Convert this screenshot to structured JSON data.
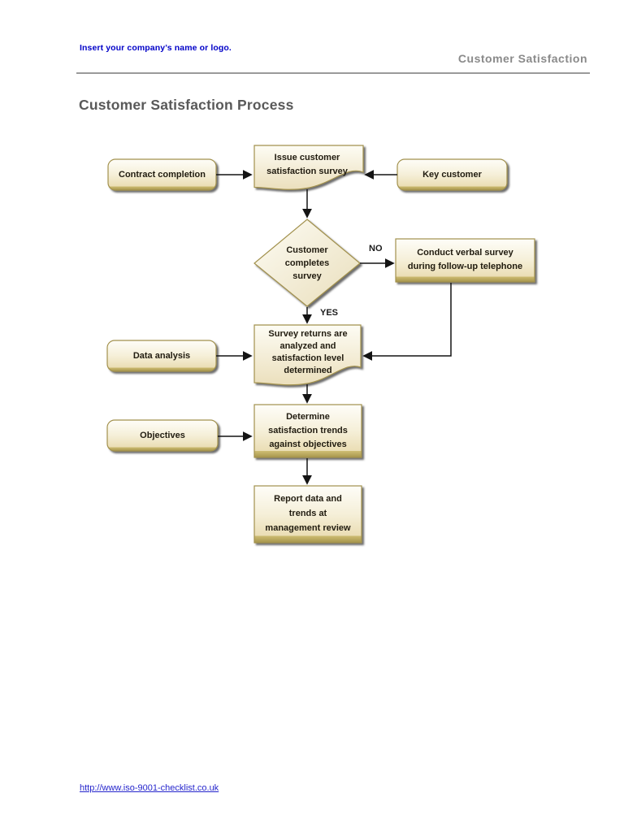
{
  "header": {
    "company_placeholder": "Insert your company’s name or logo.",
    "document_title": "Customer Satisfaction"
  },
  "page_title": "Customer Satisfaction Process",
  "flowchart": {
    "nodes": {
      "contract_completion": {
        "type": "terminator",
        "label": "Contract completion"
      },
      "issue_survey": {
        "type": "document",
        "label": "Issue customer satisfaction survey",
        "lines": [
          "Issue customer",
          "satisfaction survey"
        ]
      },
      "key_customer": {
        "type": "terminator",
        "label": "Key customer"
      },
      "customer_completes": {
        "type": "decision",
        "label": "Customer completes survey",
        "lines": [
          "Customer",
          "completes",
          "survey"
        ]
      },
      "conduct_verbal": {
        "type": "process",
        "label": "Conduct verbal survey during follow-up telephone",
        "lines": [
          "Conduct verbal survey",
          "during follow-up telephone"
        ]
      },
      "data_analysis": {
        "type": "terminator",
        "label": "Data analysis"
      },
      "survey_returns": {
        "type": "document",
        "label": "Survey returns are analyzed and satisfaction level determined",
        "lines": [
          "Survey returns are",
          "analyzed and",
          "satisfaction level",
          "determined"
        ]
      },
      "objectives": {
        "type": "terminator",
        "label": "Objectives"
      },
      "determine_trends": {
        "type": "process",
        "label": "Determine satisfaction trends against objectives",
        "lines": [
          "Determine",
          "satisfaction trends",
          "against objectives"
        ]
      },
      "report_data": {
        "type": "process",
        "label": "Report data and trends at management review",
        "lines": [
          "Report data and",
          "trends at",
          "management review"
        ]
      }
    },
    "branch_labels": {
      "no": "NO",
      "yes": "YES"
    }
  },
  "footer": {
    "link_text": "http://www.iso-9001-checklist.co.uk"
  },
  "colors": {
    "company_text": "#0000C8",
    "header_text": "#8A8A8A",
    "title_text": "#595959",
    "link_text": "#2525CC",
    "shape_fill_top": "#FEFDF8",
    "shape_fill_bottom": "#EADDB4",
    "shape_band": "#A6954B",
    "shape_border": "#A2914D",
    "arrow": "#141414"
  }
}
